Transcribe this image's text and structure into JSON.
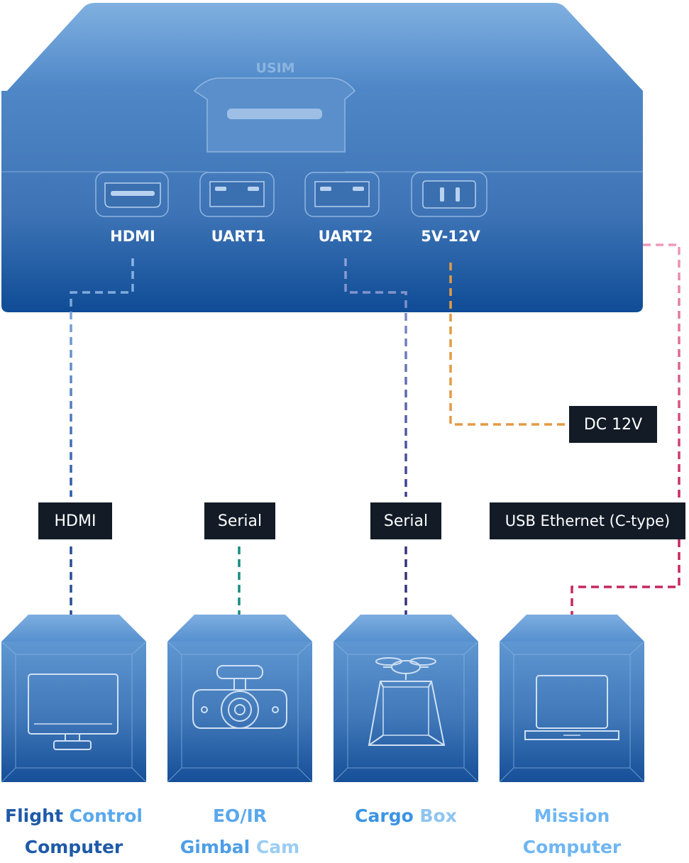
{
  "device": {
    "slot_label": "USIM",
    "ports": [
      {
        "label": "HDMI"
      },
      {
        "label": "UART1"
      },
      {
        "label": "UART2"
      },
      {
        "label": "5V-12V"
      }
    ]
  },
  "connection_labels": {
    "hdmi": "HDMI",
    "serial_1": "Serial",
    "serial_2": "Serial",
    "power": "DC 12V",
    "usb": "USB Ethernet (C-type)"
  },
  "devices": [
    {
      "line1_a": "Flight",
      "line1_b": " Control",
      "line2_a": "Computer",
      "line2_b": ""
    },
    {
      "line1_a": "EO/IR",
      "line1_b": "",
      "line2_a": "Gimbal",
      "line2_b": " Cam"
    },
    {
      "line1_a": "Cargo",
      "line1_b": " Box",
      "line2_a": "",
      "line2_b": ""
    },
    {
      "line1_a": "Mission",
      "line1_b": "",
      "line2_a": "Computer",
      "line2_b": ""
    }
  ],
  "colors": {
    "hdmi_line": "#4d7fc3",
    "serial1_line": "#1f9a82",
    "serial2_line": "#4e5aa8",
    "power_line": "#e39a45",
    "usb_line": "#d44b7e",
    "tag_bg": "#121b26",
    "label_dark": "#1e5aa8",
    "label_light": "#6fb6f2"
  },
  "icons": [
    "hdmi-port-icon",
    "ethernet-port-icon",
    "ethernet-port-icon",
    "power-socket-icon",
    "monitor-icon",
    "camera-icon",
    "drone-cargo-icon",
    "laptop-icon"
  ]
}
